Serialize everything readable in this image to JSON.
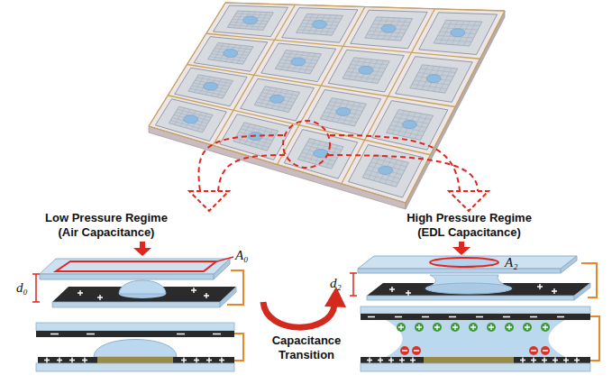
{
  "diagram": {
    "labels": [
      "Low Pressure Regime (Air Capacitance)",
      "A₀",
      "d₀",
      "High Pressure Regime (EDL Capacitance)",
      "A₂",
      "d₂",
      "Capacitance Transition"
    ]
  }
}
